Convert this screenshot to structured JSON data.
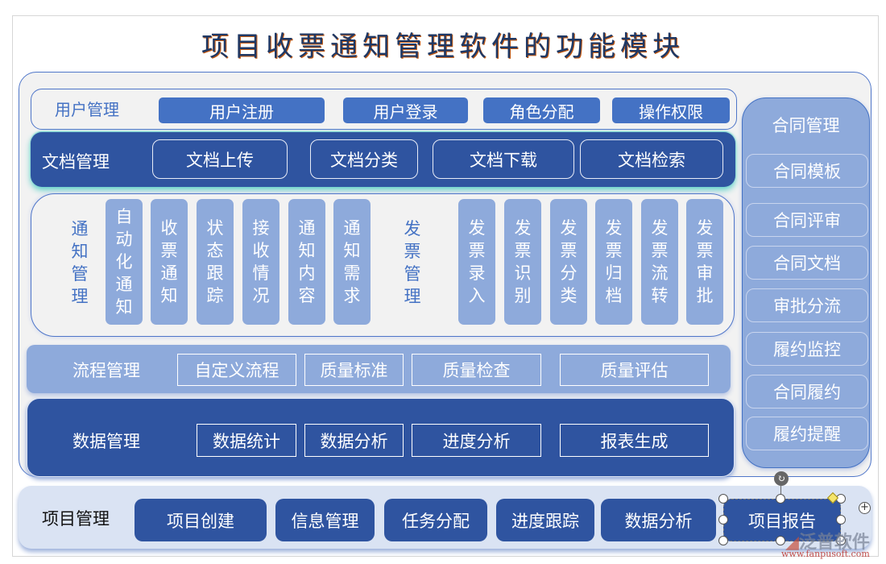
{
  "title": "项目收票通知管理软件的功能模块",
  "user_management": {
    "label": "用户管理",
    "items": [
      "用户注册",
      "用户登录",
      "角色分配",
      "操作权限"
    ]
  },
  "document_management": {
    "label": "文档管理",
    "items": [
      "文档上传",
      "文档分类",
      "文档下载",
      "文档检索"
    ]
  },
  "notification_management": {
    "label": "通知管理",
    "items": [
      "自动化通知",
      "收票通知",
      "状态跟踪",
      "接收情况",
      "通知内容",
      "通知需求"
    ]
  },
  "invoice_management": {
    "label": "发票管理",
    "items": [
      "发票录入",
      "发票识别",
      "发票分类",
      "发票归档",
      "发票流转",
      "发票审批"
    ]
  },
  "process_management": {
    "label": "流程管理",
    "items": [
      "自定义流程",
      "质量标准",
      "质量检查",
      "质量评估"
    ]
  },
  "data_management": {
    "label": "数据管理",
    "items": [
      "数据统计",
      "数据分析",
      "进度分析",
      "报表生成"
    ]
  },
  "contract_management": {
    "label": "合同管理",
    "items": [
      "合同模板",
      "合同评审",
      "合同文档",
      "审批分流",
      "履约监控",
      "合同履约",
      "履约提醒"
    ]
  },
  "project_management": {
    "label": "项目管理",
    "items": [
      "项目创建",
      "信息管理",
      "任务分配",
      "进度跟踪",
      "数据分析",
      "项目报告"
    ]
  },
  "watermark": {
    "brand": "泛普软件",
    "url": "www.fanpusoft.com"
  },
  "colors": {
    "dark_blue": "#2f54a0",
    "mid_blue": "#4472c4",
    "light_blue": "#8eaadb",
    "pale_blue": "#dae3f3",
    "title": "#1f3864"
  }
}
